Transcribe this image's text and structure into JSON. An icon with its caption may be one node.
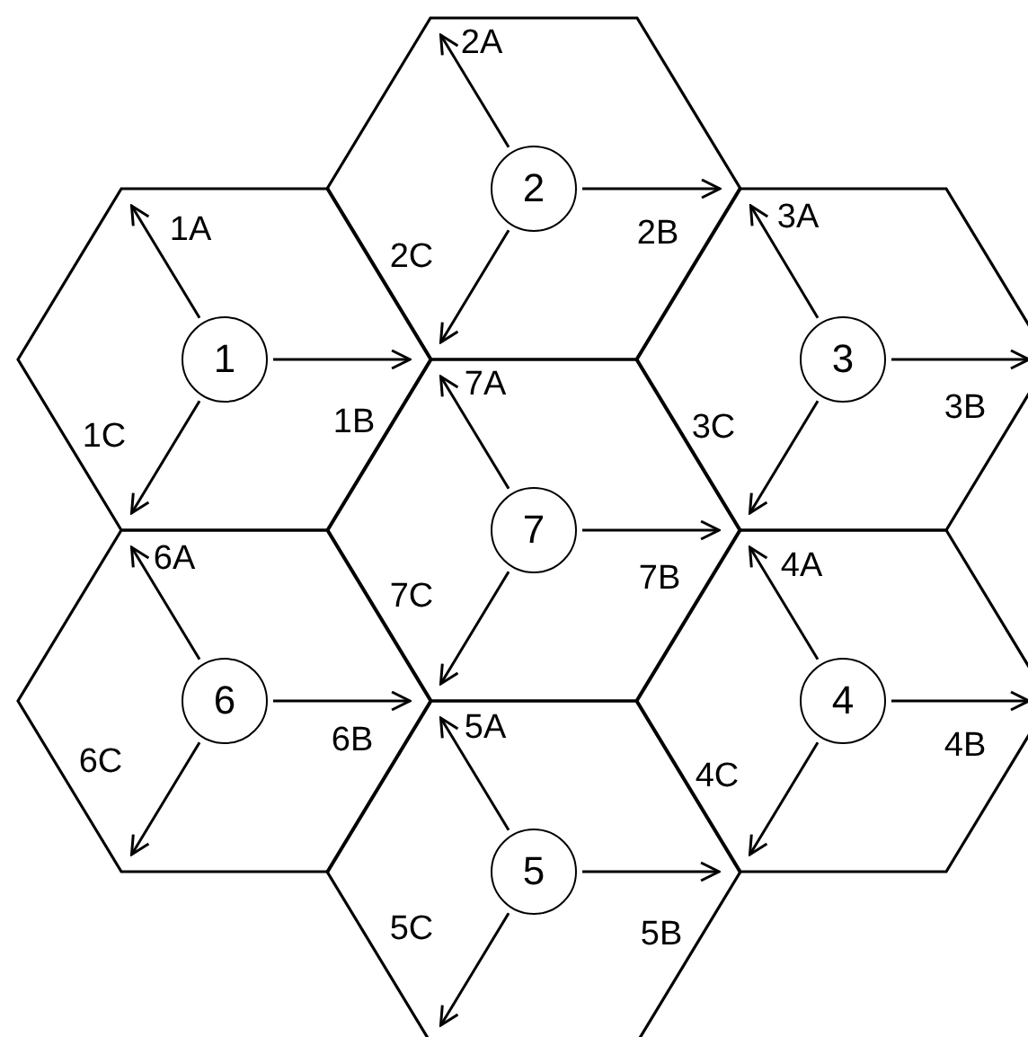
{
  "diagram": {
    "nodes": [
      {
        "text": [],
        "shape": "hexagon"
      },
      {
        "text": [
          "2"
        ],
        "in": 0
      },
      {
        "text": [],
        "shape": "hexagon"
      },
      {
        "text": [
          "1"
        ],
        "in": 2
      },
      {
        "text": [],
        "shape": "hexagon"
      },
      {
        "text": [
          "3"
        ],
        "in": 4
      },
      {
        "text": [],
        "shape": "hexagon"
      },
      {
        "text": [
          "7"
        ],
        "in": 6
      },
      {
        "text": [],
        "shape": "hexagon"
      },
      {
        "text": [
          "6"
        ],
        "in": 8
      },
      {
        "text": [],
        "shape": "hexagon"
      },
      {
        "text": [
          "4"
        ],
        "in": 10
      },
      {
        "text": [],
        "shape": "hexagon"
      },
      {
        "text": [
          "5"
        ],
        "in": 12
      }
    ],
    "edges": [
      {
        "from": 1,
        "to": null,
        "arrow": "to",
        "label": "2A"
      },
      {
        "from": 1,
        "to": null,
        "arrow": "to",
        "label": "2B"
      },
      {
        "from": 1,
        "to": null,
        "arrow": "to",
        "label": "2C"
      },
      {
        "from": 3,
        "to": null,
        "arrow": "to",
        "label": "1A"
      },
      {
        "from": 3,
        "to": 0,
        "arrow": "to",
        "label": "1B"
      },
      {
        "from": 3,
        "to": null,
        "arrow": "to",
        "label": "1C"
      },
      {
        "from": 5,
        "to": 0,
        "arrow": "to",
        "label": "3A"
      },
      {
        "from": 5,
        "to": null,
        "arrow": "to",
        "label": "3B"
      },
      {
        "from": 5,
        "to": null,
        "arrow": "to",
        "label": "3C"
      },
      {
        "from": 7,
        "to": 0,
        "arrow": "to",
        "label": "7A"
      },
      {
        "from": 7,
        "to": 4,
        "arrow": "to",
        "label": "7B"
      },
      {
        "from": 7,
        "to": null,
        "arrow": "to",
        "label": "7C"
      },
      {
        "from": 9,
        "to": 2,
        "arrow": "to",
        "label": "6A"
      },
      {
        "from": 9,
        "to": 6,
        "arrow": "to",
        "label": "6B"
      },
      {
        "from": 9,
        "to": null,
        "arrow": "to",
        "label": "6C"
      },
      {
        "from": 11,
        "to": 4,
        "arrow": "to",
        "label": "4A"
      },
      {
        "from": 11,
        "to": null,
        "arrow": "to",
        "label": "4B"
      },
      {
        "from": 11,
        "to": null,
        "arrow": "to",
        "label": "4C"
      },
      {
        "from": 13,
        "to": 6,
        "arrow": "to",
        "label": "5A"
      },
      {
        "from": 13,
        "to": 10,
        "arrow": "to",
        "label": "5B"
      },
      {
        "from": 13,
        "to": null,
        "arrow": "to",
        "label": "5C"
      }
    ]
  }
}
